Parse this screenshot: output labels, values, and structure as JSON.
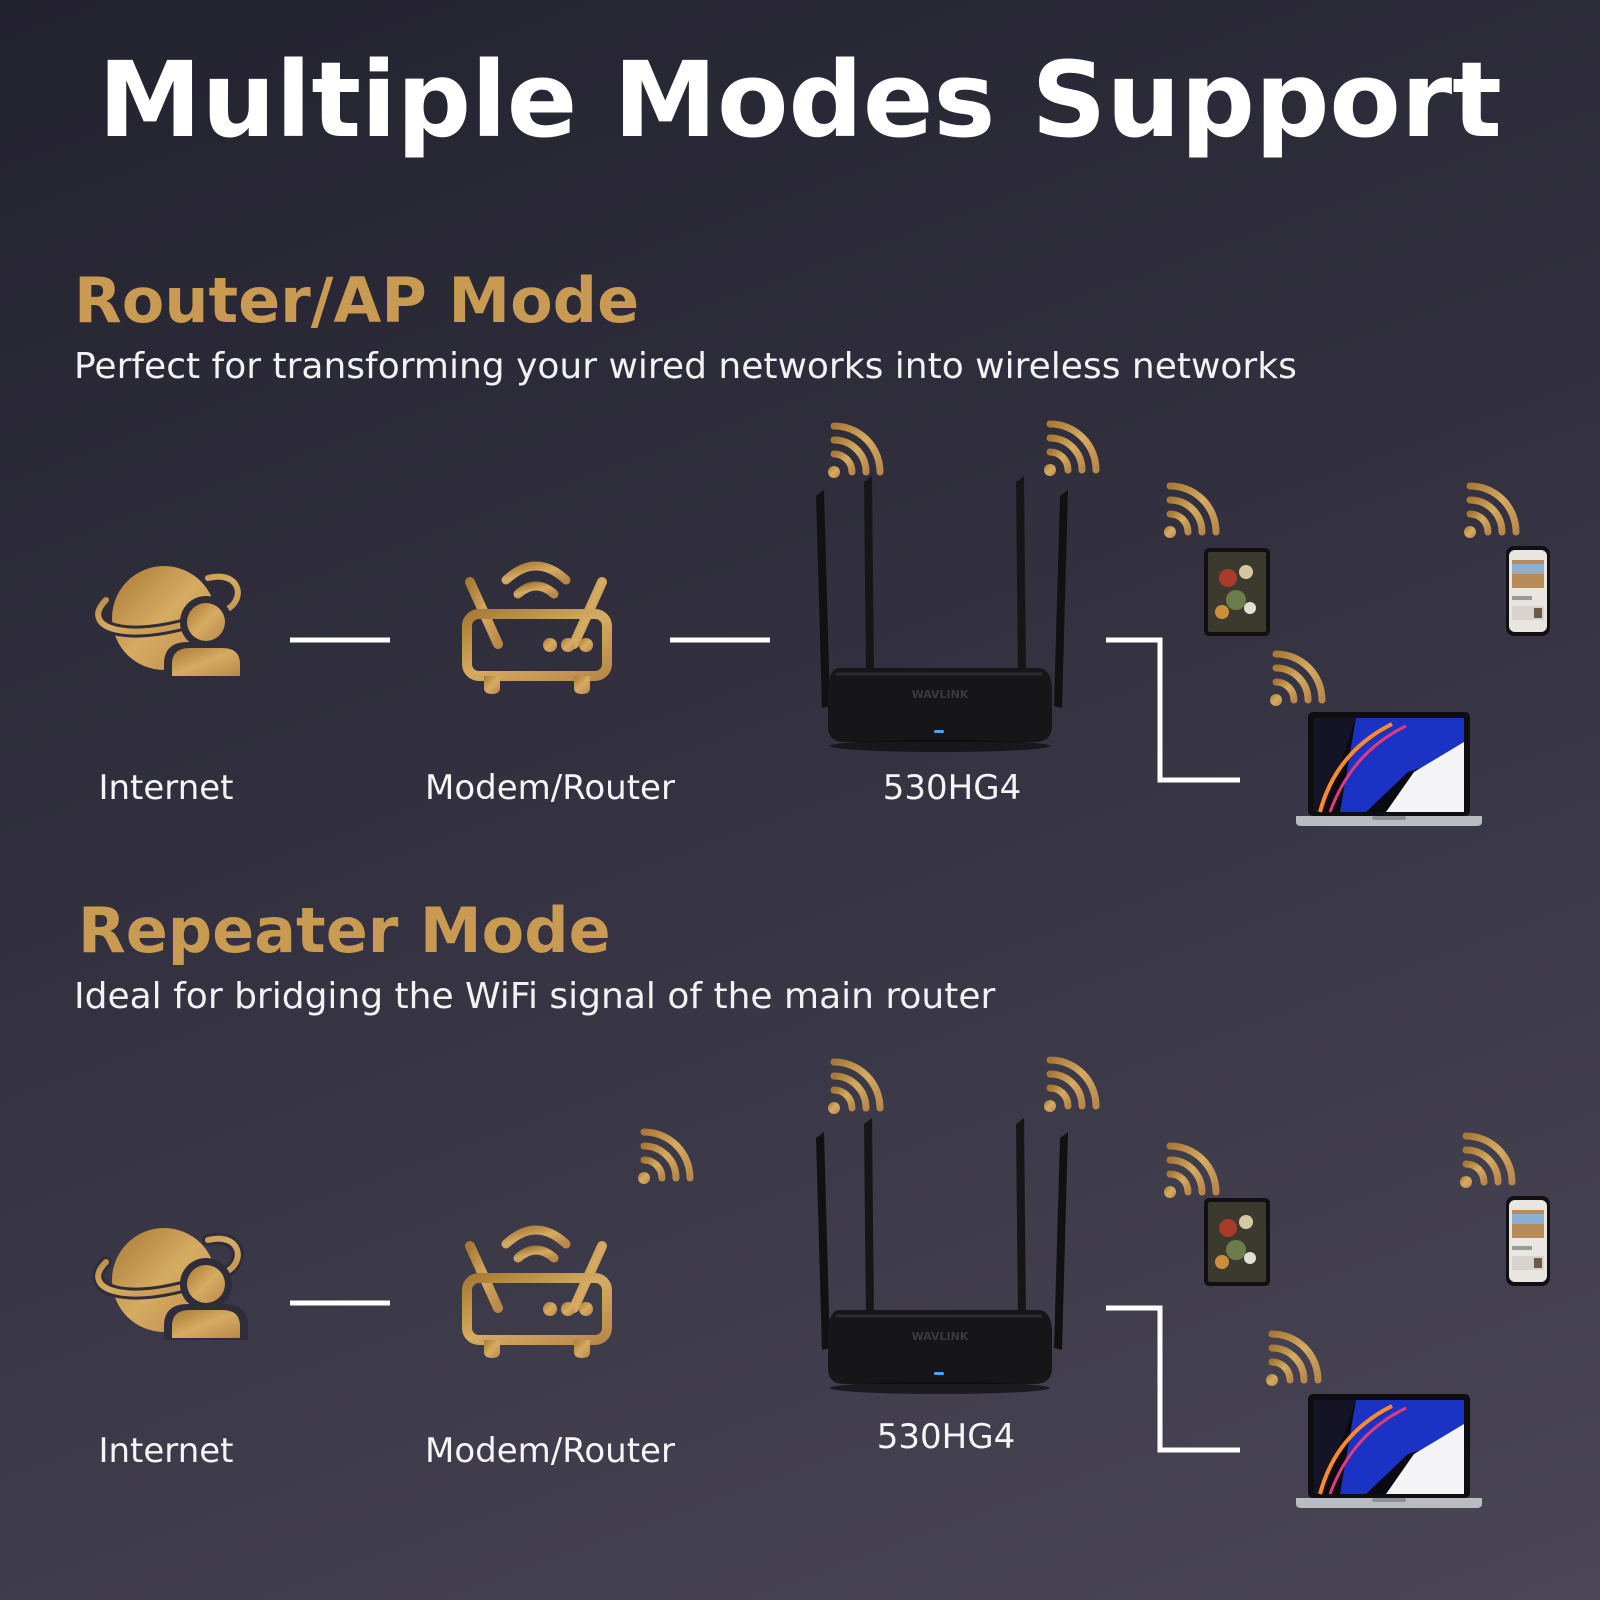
{
  "title": "Multiple Modes Support",
  "colors": {
    "accent": "#c89a52",
    "text": "#ffffff",
    "device": "#141416"
  },
  "modes": [
    {
      "title": "Router/AP Mode",
      "subtitle": "Perfect for transforming your wired networks into wireless networks",
      "nodes": {
        "internet": {
          "label": "Internet",
          "icon": "globe-user-icon"
        },
        "modem": {
          "label": "Modem/Router",
          "icon": "router-icon"
        },
        "device": {
          "label": "530HG4",
          "icon": "wireless-router-photo"
        }
      },
      "clients": [
        "tablet",
        "smartphone",
        "laptop"
      ]
    },
    {
      "title": "Repeater Mode",
      "subtitle": "Ideal for bridging the WiFi signal of the main router",
      "nodes": {
        "internet": {
          "label": "Internet",
          "icon": "globe-user-icon"
        },
        "modem": {
          "label": "Modem/Router",
          "icon": "router-icon"
        },
        "device": {
          "label": "530HG4",
          "icon": "wireless-router-photo"
        }
      },
      "clients": [
        "tablet",
        "smartphone",
        "laptop"
      ]
    }
  ]
}
